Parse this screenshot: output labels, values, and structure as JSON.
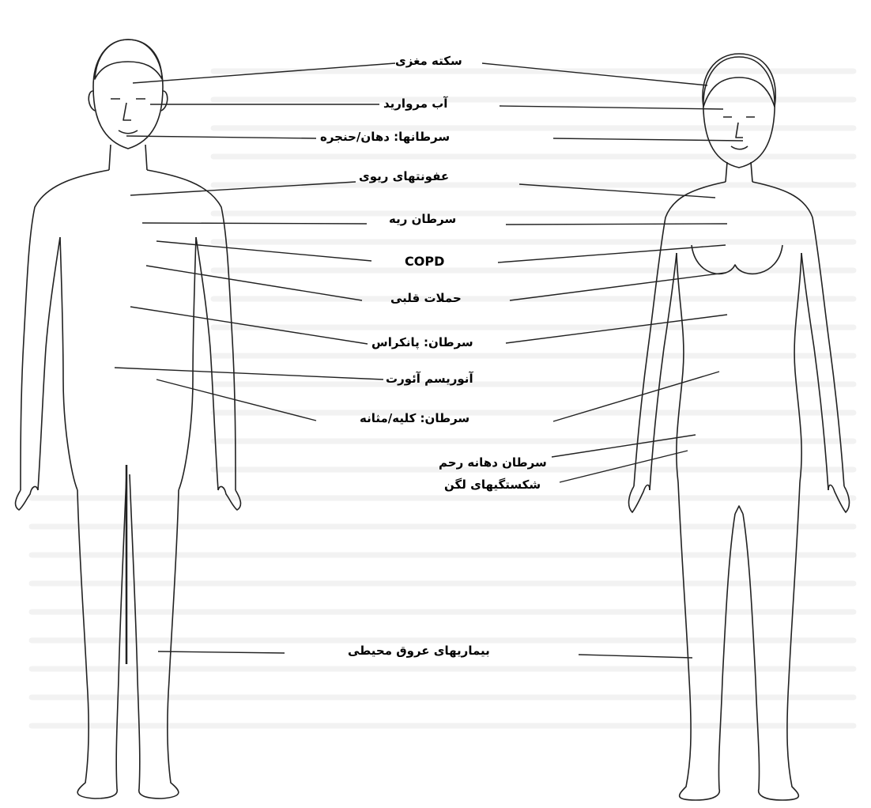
{
  "labels": {
    "stroke": "سکته مغزی",
    "cataract": "آب مروارید",
    "oral_cancer": "سرطانها: دهان/حنجره",
    "pneumonia": "عفونتهای ریوی",
    "lung_cancer": "سرطان ریه",
    "copd": "COPD",
    "heart_attack": "حملات قلبی",
    "pancreatic_cancer": "سرطان: پانکراس",
    "aortic_aneurysm": "آنوریسم آئورت",
    "kidney_bladder_cancer": "سرطان: کلیه/مثانه",
    "cervical_cancer": "سرطان دهانه رحم",
    "hip_fractures": "شکستگیهای لگن",
    "peripheral_vascular": "بیماریهای عروق محیطی"
  },
  "colors": {
    "line": "#222222",
    "text": "#000000",
    "background_text": "#cfcfcf",
    "background": "#ffffff"
  }
}
